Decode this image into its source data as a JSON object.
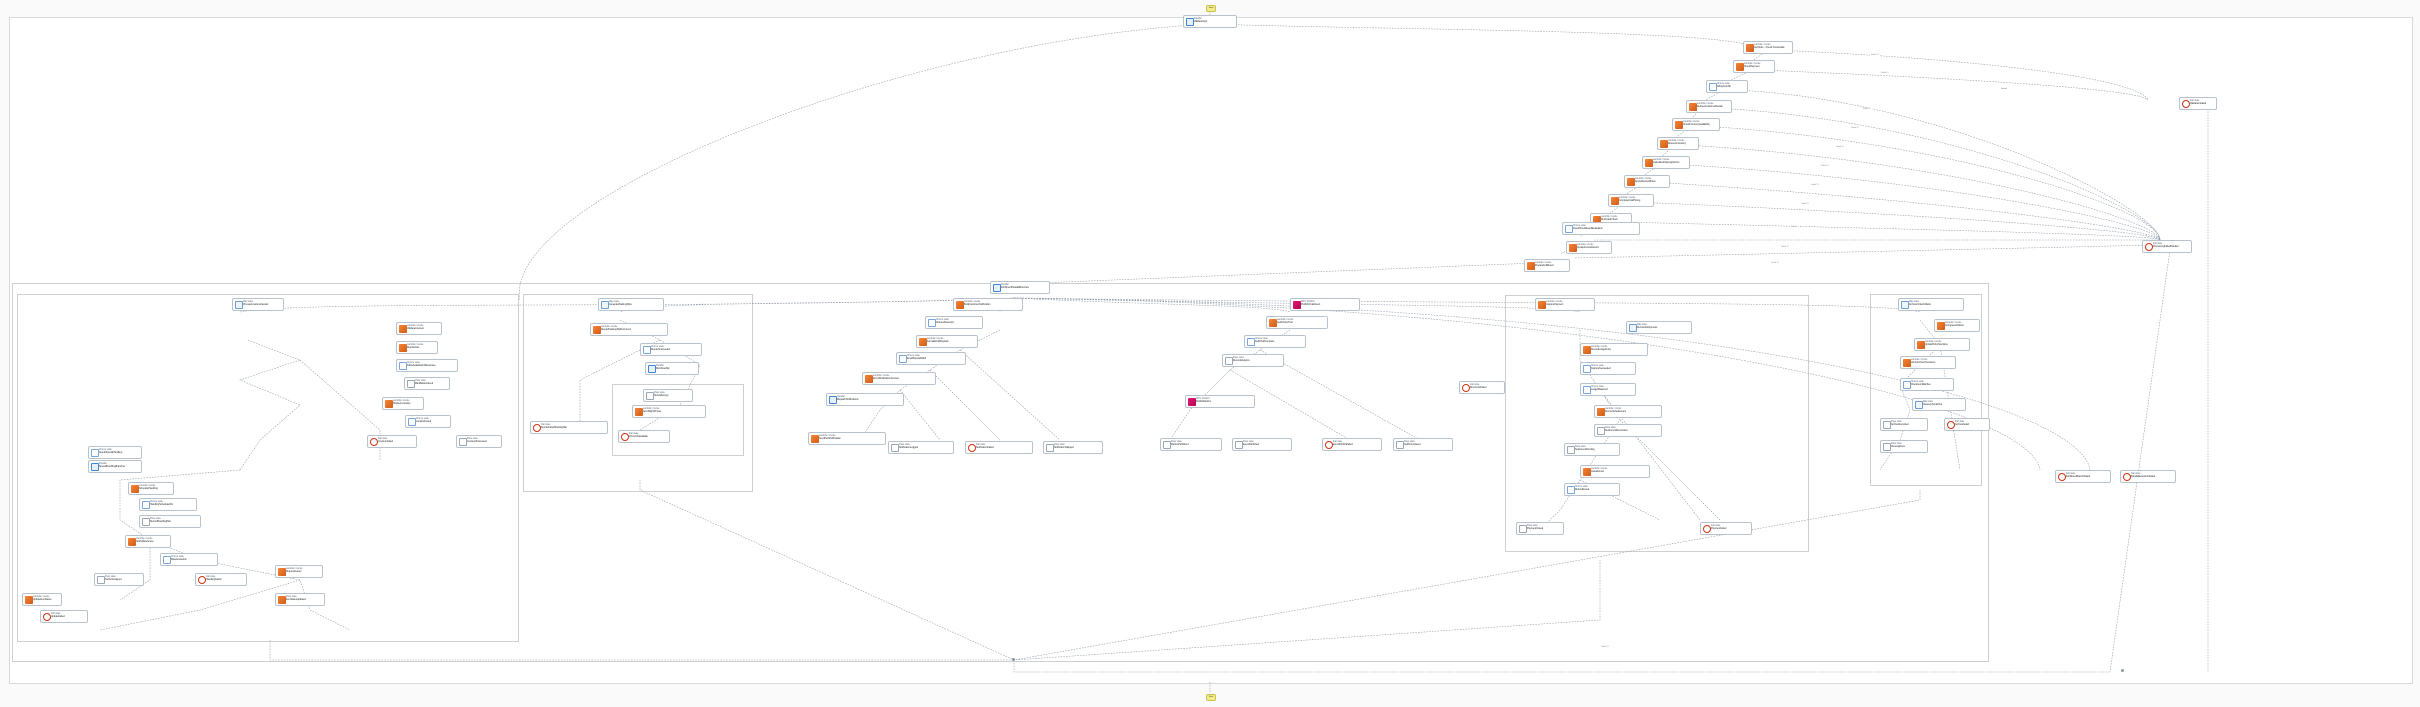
{
  "start_label": "Start",
  "end_label": "End",
  "edge_labels": {
    "catch": "Catch #1",
    "default": "Default"
  },
  "nodes": {
    "n_root_parallel": {
      "title": "Parallel",
      "name": "ValidateInput"
    },
    "n_main_1": {
      "title": "Lambda: Invoke",
      "name": "GetOrder - Check Credentials"
    },
    "n_main_2": {
      "title": "Lambda: Invoke",
      "name": "CheckPayment"
    },
    "n_main_3": {
      "title": "Choice state",
      "name": "IsPaymentOk"
    },
    "n_main_4": {
      "title": "Lambda: Invoke",
      "name": "RetrieveCustomerDetails"
    },
    "n_main_5": {
      "title": "Lambda: Invoke",
      "name": "CheckInventoryAvailability"
    },
    "n_main_6": {
      "title": "Lambda: Invoke",
      "name": "ReserveInventory"
    },
    "n_main_7": {
      "title": "Lambda: Invoke",
      "name": "CalculateShippingOptions"
    },
    "n_main_8": {
      "title": "Lambda: Invoke",
      "name": "ApplyDiscountRules"
    },
    "n_main_9": {
      "title": "Lambda: Invoke",
      "name": "ComputeFinalPricing"
    },
    "n_main_10": {
      "title": "Lambda: Invoke",
      "name": "RunFraudCheck"
    },
    "n_main_11": {
      "title": "Choice state",
      "name": "FraudCheckResultEvaluation"
    },
    "n_main_12": {
      "title": "Lambda: Invoke",
      "name": "CreateInvoiceRecord"
    },
    "n_main_13": {
      "title": "Lambda: Invoke",
      "name": "PrepareFulfillment"
    },
    "n_big_parallel": {
      "title": "Parallel",
      "name": "FulfillmentParallelBranches"
    },
    "n_fail_right": {
      "title": "Fail state",
      "name": "ValidationFailed"
    },
    "n_fail_main": {
      "title": "Fail state",
      "name": "ProcessingFailedHandler"
    },
    "b1_map": {
      "title": "Map state",
      "name": "ProcessLineItemsIterator"
    },
    "b1_1": {
      "title": "Lambda: Invoke",
      "name": "ValidateLineItem"
    },
    "b1_2": {
      "title": "Lambda: Invoke",
      "name": "ResolveSku"
    },
    "b1_3": {
      "title": "Choice state",
      "name": "IsSkuAvailableInWarehouse"
    },
    "b1_4": {
      "title": "Pass state",
      "name": "MarkBackordered"
    },
    "b1_5": {
      "title": "Lambda: Invoke",
      "name": "PickItemLocation"
    },
    "b1_6": {
      "title": "Choice state",
      "name": "LocationFound"
    },
    "b1_7": {
      "title": "Fail state",
      "name": "LineItemFailed"
    },
    "b1_8": {
      "title": "Pass state",
      "name": "LineItemProcessed"
    },
    "b1_9": {
      "title": "Choice state",
      "name": "NeedsSpecialHandling"
    },
    "b1_10": {
      "title": "Parallel",
      "name": "SpecialHandlingBranches"
    },
    "b1_11": {
      "title": "Lambda: Invoke",
      "name": "ScheduleHandling"
    },
    "b1_12": {
      "title": "Choice state",
      "name": "HandlingScheduledOk"
    },
    "b1_13": {
      "title": "Pass state",
      "name": "RecordHandlingPlan"
    },
    "b1_14": {
      "title": "Lambda: Invoke",
      "name": "NotifyWarehouse"
    },
    "b1_15": {
      "title": "Choice state",
      "name": "WarehouseAck"
    },
    "b1_16": {
      "title": "Lambda: Invoke",
      "name": "RequestCarrier"
    },
    "b1_17": {
      "title": "Pass state",
      "name": "CarrierAssigned"
    },
    "b1_18": {
      "title": "Fail state",
      "name": "HandlingFailed"
    },
    "b1_19": {
      "title": "Lambda: Invoke",
      "name": "UpdateItemStatus"
    },
    "b1_20": {
      "title": "Pass state",
      "name": "ItemStatusUpdated"
    },
    "b1_21": {
      "title": "Fail state",
      "name": "UpdateFailed"
    },
    "b2_map": {
      "title": "Map state",
      "name": "GeneratePackingSlips"
    },
    "b2_1": {
      "title": "Lambda: Invoke",
      "name": "RenderPackingSlipDocument"
    },
    "b2_2": {
      "title": "Choice state",
      "name": "RenderSucceeded"
    },
    "b2_3": {
      "title": "Parallel",
      "name": "DistributeSlip"
    },
    "b2_4": {
      "title": "Pass state",
      "name": "StoreSlipCopy"
    },
    "b2_5": {
      "title": "Lambda: Invoke",
      "name": "SendSlipToPrinter"
    },
    "b2_6": {
      "title": "Fail state",
      "name": "PrinterUnavailable"
    },
    "b2_7": {
      "title": "Fail state",
      "name": "RenderFailedPackingSlip"
    },
    "b3_1": {
      "title": "Lambda: Invoke",
      "name": "BuildCustomerNotification"
    },
    "b3_2": {
      "title": "Choice state",
      "name": "ChannelSelection"
    },
    "b3_3": {
      "title": "Lambda: Invoke",
      "name": "FormatEmailPayload"
    },
    "b3_4": {
      "title": "Choice state",
      "name": "EmailPayloadValid"
    },
    "b3_5": {
      "title": "Lambda: Invoke",
      "name": "EnrichNotificationContext"
    },
    "b3_6": {
      "title": "Parallel",
      "name": "DispatchNotifications"
    },
    "b3_7": {
      "title": "Lambda: Invoke",
      "name": "SendPushNotification"
    },
    "b3_8": {
      "title": "Pass state",
      "name": "NotificationLogged"
    },
    "b3_9": {
      "title": "Fail state",
      "name": "NotificationFailed"
    },
    "b3_10": {
      "title": "Pass state",
      "name": "NotificationSkipped"
    },
    "b4_1": {
      "title": "SNS: Publish",
      "name": "PublishOrderEvent"
    },
    "b4_2": {
      "title": "Lambda: Invoke",
      "name": "AuditOrderTrail"
    },
    "b4_3": {
      "title": "Choice state",
      "name": "AuditTrailComplete"
    },
    "b4_4": {
      "title": "Pass state",
      "name": "RecordAnalytics"
    },
    "b4_5": {
      "title": "SNS: Publish",
      "name": "PublishMetrics"
    },
    "b4_6": {
      "title": "Pass state",
      "name": "MetricsPublished"
    },
    "b4_7": {
      "title": "Pass state",
      "name": "EventPublished"
    },
    "b4_8": {
      "title": "Fail state",
      "name": "EventPublishFailed"
    },
    "b4_9": {
      "title": "Pass state",
      "name": "AuditCompleted"
    },
    "b5_map": {
      "title": "Map state",
      "name": "ReconcilePayments"
    },
    "b5_1": {
      "title": "Lambda: Invoke",
      "name": "CapturePayment"
    },
    "b5_2": {
      "title": "Choice state",
      "name": "CaptureSucceeded"
    },
    "b5_3": {
      "title": "Lambda: Invoke",
      "name": "RecordLedgerEntry"
    },
    "b5_4": {
      "title": "Choice state",
      "name": "LedgerBalanced"
    },
    "b5_5": {
      "title": "Lambda: Invoke",
      "name": "ReconcileSettlement"
    },
    "b5_6": {
      "title": "Pass state",
      "name": "SettlementReconciled"
    },
    "b5_7": {
      "title": "Lambda: Invoke",
      "name": "IssueRefund"
    },
    "b5_8": {
      "title": "Choice state",
      "name": "RefundIssued"
    },
    "b5_9": {
      "title": "Pass state",
      "name": "PaymentClosed"
    },
    "b5_10": {
      "title": "Fail state",
      "name": "PaymentFailed"
    },
    "b5_11": {
      "title": "Pass state",
      "name": "SettlementPending"
    },
    "b5_12": {
      "title": "Fail state",
      "name": "ReconcileFailed"
    },
    "b6_map": {
      "title": "Map state",
      "name": "ArchiveOrderArtifacts"
    },
    "b6_1": {
      "title": "Lambda: Invoke",
      "name": "CompressArtifacts"
    },
    "b6_2": {
      "title": "Lambda: Invoke",
      "name": "UploadToArchiveStore"
    },
    "b6_3": {
      "title": "Lambda: Invoke",
      "name": "VerifyArchiveChecksum"
    },
    "b6_4": {
      "title": "Choice state",
      "name": "ChecksumMatches"
    },
    "b6_5": {
      "title": "Pass state",
      "name": "ArchiveRecorded"
    },
    "b6_6": {
      "title": "Fail state",
      "name": "ArchiveFailed"
    },
    "b6_7": {
      "title": "Map state",
      "name": "CleanupTempFiles"
    },
    "b6_8": {
      "title": "Pass state",
      "name": "CleanupDone"
    },
    "n_tail_1": {
      "title": "Fail state",
      "name": "FulfillmentBranchFailed"
    },
    "n_tail_2": {
      "title": "Fail state",
      "name": "ParallelExecutionFailed"
    }
  }
}
